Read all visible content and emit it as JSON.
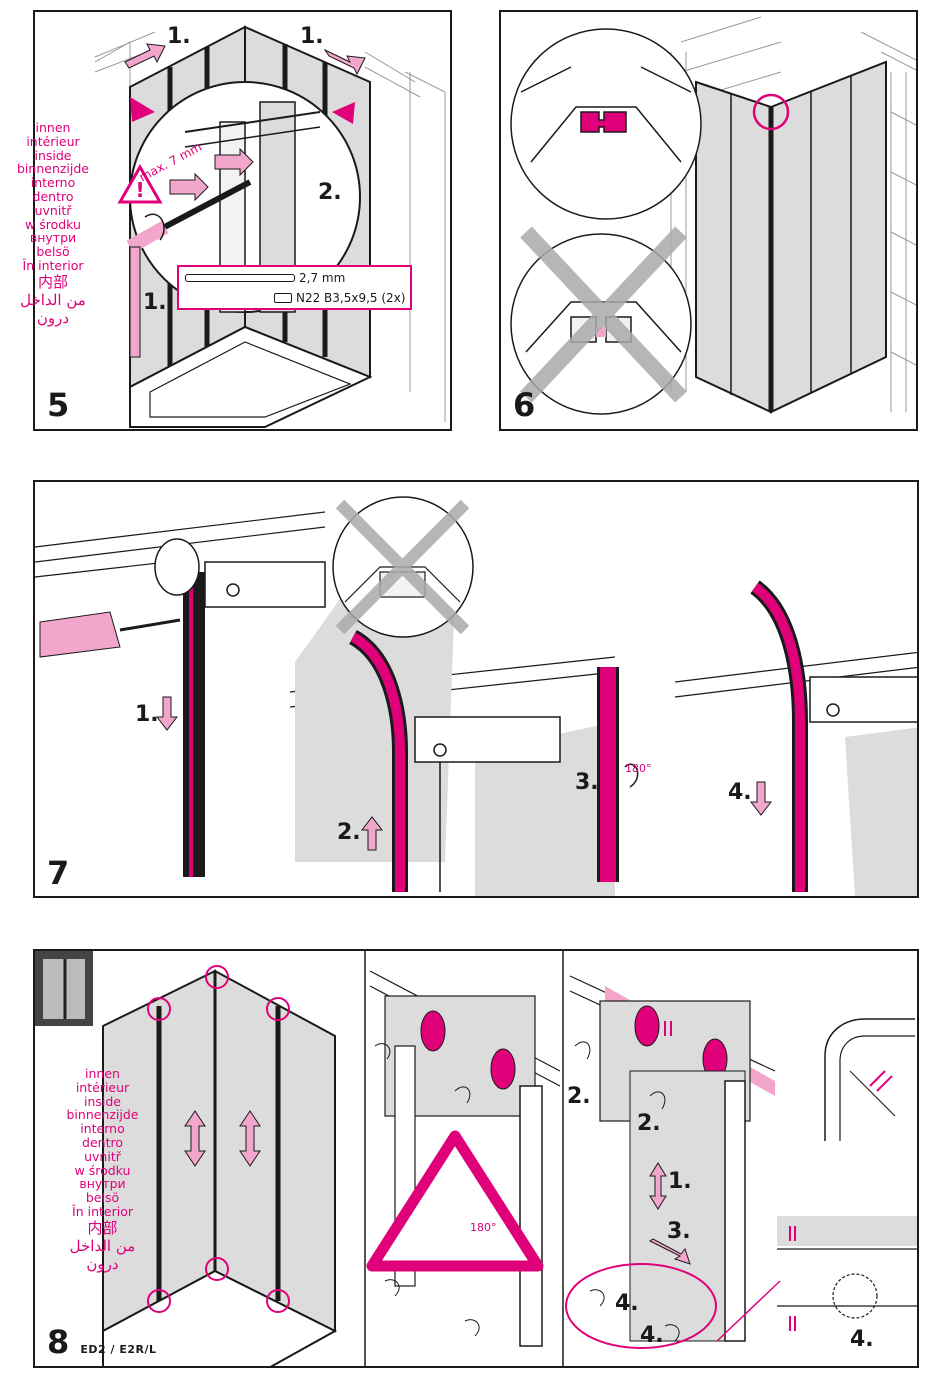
{
  "steps": {
    "s5": "5",
    "s6": "6",
    "s7": "7",
    "s8": "8",
    "s8_sub": "ED2 / E2R/L"
  },
  "labels": {
    "one": "1.",
    "two": "2.",
    "three": "3.",
    "four": "4."
  },
  "languages": [
    "innen",
    "intérieur",
    "inside",
    "binnenzijde",
    "interno",
    "dentro",
    "uvnitř",
    "w środku",
    "внутри",
    "belsö",
    "În interior",
    "内部",
    "من الداخل",
    "درون"
  ],
  "annotations": {
    "max_depth": "max. 7 mm",
    "drill_size": "2,7 mm",
    "screw_spec": "N22 B3,5x9,5 (2x)",
    "rotate_180": "180°",
    "rotate_180_b": "180°"
  },
  "colors": {
    "accent": "#e0007a",
    "accent_light": "#f2a6cc",
    "line": "#1a1a1a",
    "panel_fill": "#dcdcdc"
  }
}
